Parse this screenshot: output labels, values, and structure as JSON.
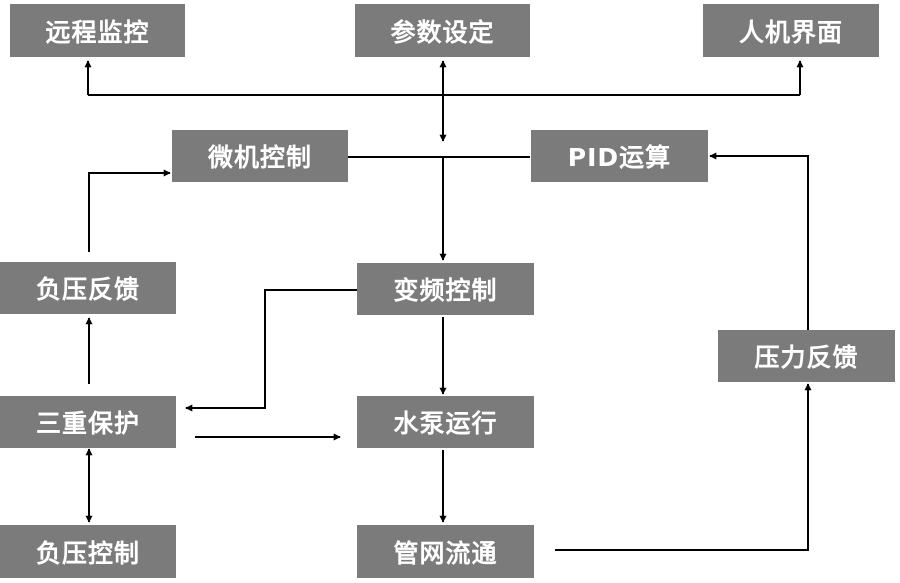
{
  "colors": {
    "box": "#7b7b7b",
    "box_text": "#ffffff",
    "line": "#000000",
    "background": "#ffffff"
  },
  "nodes": {
    "remote_monitoring": "远程监控",
    "parameter_setting": "参数设定",
    "hmi": "人机界面",
    "microcontroller": "微机控制",
    "pid": "PID运算",
    "negative_pressure_feedback": "负压反馈",
    "vfd_control": "变频控制",
    "pressure_feedback": "压力反馈",
    "triple_protection": "三重保护",
    "pump_running": "水泵运行",
    "negative_pressure_control": "负压控制",
    "pipe_flow": "管网流通"
  }
}
